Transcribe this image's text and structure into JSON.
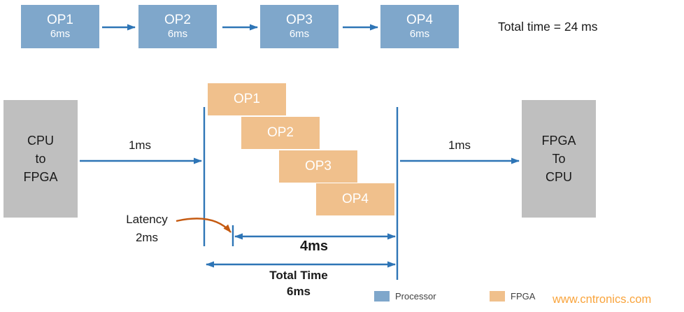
{
  "colors": {
    "processor": "#7FA7CB",
    "fpga": "#F0C08C",
    "transfer": "#BFBFBF",
    "arrow": "#2E75B6",
    "latency-arrow": "#C55A11",
    "watermark": "#F9A43C",
    "text": "#1A1A1A"
  },
  "sequential": {
    "ops": [
      {
        "label": "OP1",
        "time": "6ms"
      },
      {
        "label": "OP2",
        "time": "6ms"
      },
      {
        "label": "OP3",
        "time": "6ms"
      },
      {
        "label": "OP4",
        "time": "6ms"
      }
    ],
    "total": "Total time = 24 ms"
  },
  "pipelined": {
    "input_box": {
      "line1": "CPU",
      "line2": "to",
      "line3": "FPGA"
    },
    "output_box": {
      "line1": "FPGA",
      "line2": "To",
      "line3": "CPU"
    },
    "input_time": "1ms",
    "output_time": "1ms",
    "ops": [
      "OP1",
      "OP2",
      "OP3",
      "OP4"
    ],
    "latency": {
      "line1": "Latency",
      "line2": "2ms"
    },
    "pipeline_span": "4ms",
    "total": {
      "line1": "Total Time",
      "line2": "6ms"
    }
  },
  "legend": {
    "processor": "Processor",
    "fpga": "FPGA"
  },
  "watermark": "www.cntronics.com"
}
